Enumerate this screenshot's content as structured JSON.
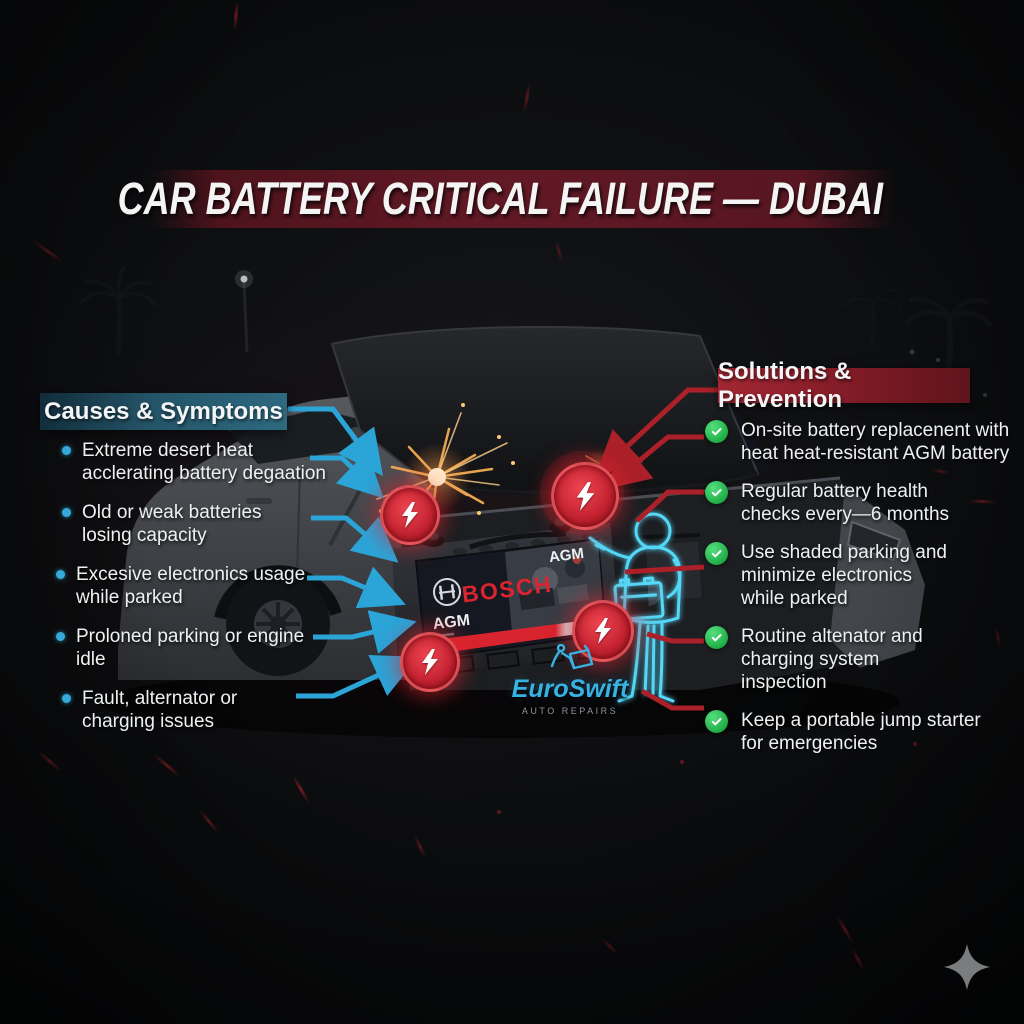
{
  "title": "CAR BATTERY CRITICAL FAILURE — DUBAI",
  "causes": {
    "header": "Causes & Symptoms",
    "items": [
      "Extreme desert heat\nacclerating battery degaation",
      "Old or weak batteries\nlosing capacity",
      "Excesive electronics usage\nwhile parked",
      "Proloned parking or engine\nidle",
      "Fault, alternator or\ncharging issues"
    ]
  },
  "solutions": {
    "header": "Solutions & Prevention",
    "items": [
      "On-site battery replacenent with\nheat heat-resistant AGM battery",
      "Regular battery health\nchecks every—6 months",
      "Use shaded parking and\nminimize electronics\nwhile parked",
      "Routine altenator and\ncharging system\ninspection",
      "Keep a portable jump starter\nfor emergencies"
    ]
  },
  "battery": {
    "brand": "BOSCH",
    "agm_top": "AGM",
    "agm_front": "AGM"
  },
  "brand_footer": {
    "name": "EuroSwift",
    "tagline": "AUTO REPAIRS"
  },
  "icons": {
    "bullet": "dot-icon",
    "check": "check-circle-icon",
    "hazard": "lightning-bolt-icon",
    "sparkle": "four-point-star-icon"
  },
  "colors": {
    "accent_blue": "#2fa8da",
    "accent_red": "#ae222e",
    "check_green": "#23b84a",
    "neon_cyan": "#4fd2f6",
    "bosch_red": "#df232d",
    "title_band_red": "#5d1822",
    "causes_bar_teal": "#245a70",
    "background": "#0b0c0e"
  }
}
